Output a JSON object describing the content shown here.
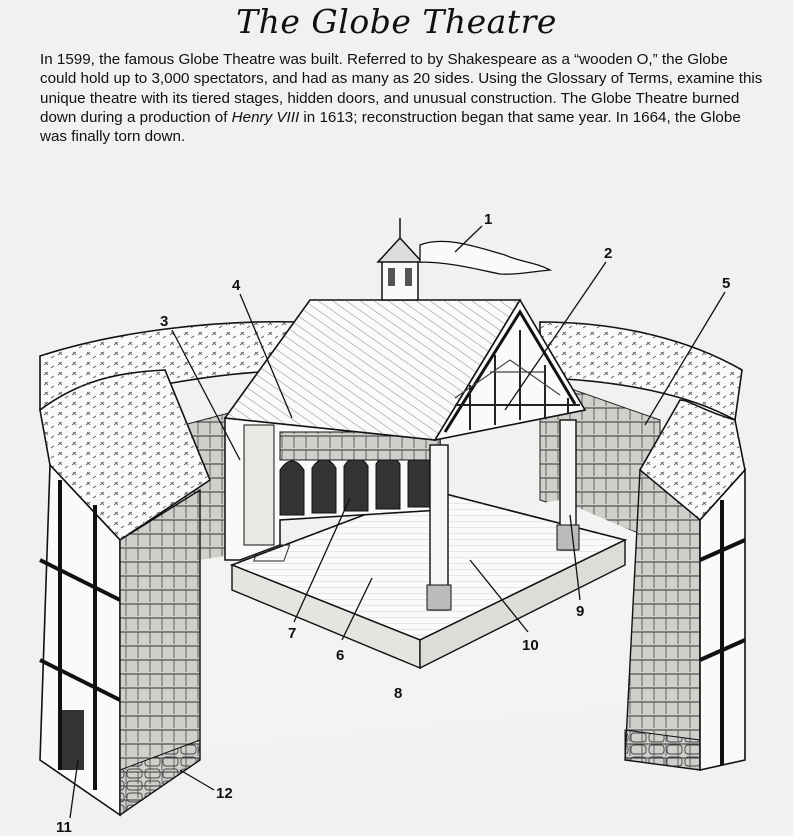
{
  "title": "The Globe Theatre",
  "intro": {
    "part1": "In 1599, the famous Globe Theatre was built. Referred to by Shakespeare as a “wooden O,” the Globe could hold up to 3,000 spectators, and had as many as 20 sides. Using the Glossary of Terms, examine this unique theatre with its tiered stages, hidden doors, and unusual construction. The Globe Theatre burned down during a production of ",
    "italic": "Henry VIII",
    "part2": " in 1613; reconstruction began that same year. In 1664, the Globe was finally torn down."
  },
  "labels": [
    "1",
    "2",
    "3",
    "4",
    "5",
    "6",
    "7",
    "8",
    "9",
    "10",
    "11",
    "12"
  ]
}
